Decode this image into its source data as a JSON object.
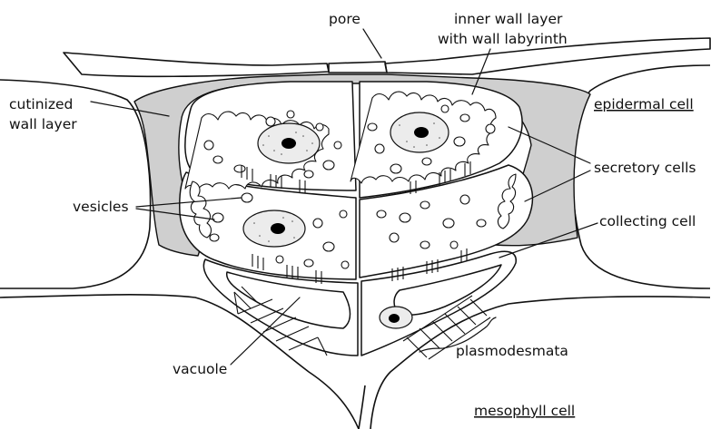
{
  "labels": {
    "pore": "pore",
    "inner_wall_line1": "inner wall layer",
    "inner_wall_line2": "with wall  labyrinth",
    "cutinized_line1": "cutinized",
    "cutinized_line2": "wall layer",
    "epidermal_cell": "epidermal cell",
    "secretory_cells": "secretory cells",
    "vesicles": "vesicles",
    "collecting_cell": "collecting cell",
    "plasmodesmata": "plasmodesmata",
    "vacuole": "vacuole",
    "mesophyll_cell": "mesophyll cell"
  }
}
